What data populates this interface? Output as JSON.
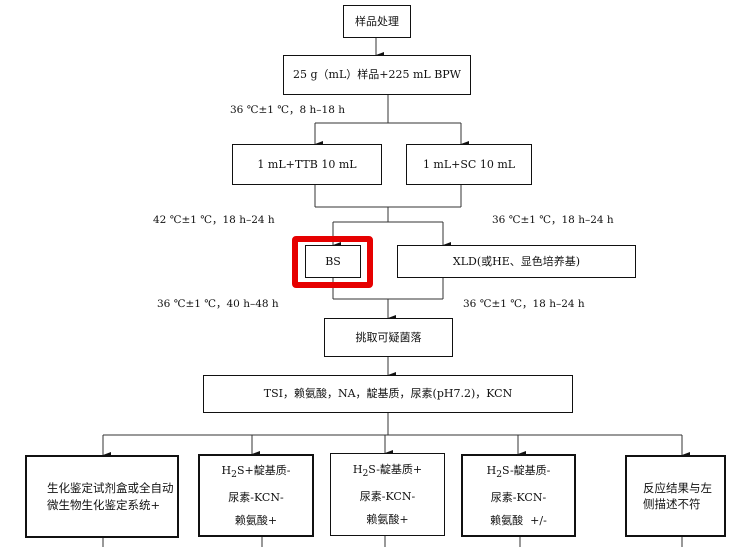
{
  "boxes": {
    "sample_processing": "样品处理",
    "enrichment": "25 g（mL）样品+225 mL BPW",
    "ttb": "1 mL+TTB 10 mL",
    "sc": "1 mL+SC 10 mL",
    "bs": "BS",
    "xld": "XLD(或HE、显色培养基)",
    "pick": "挑取可疑菌落",
    "tests": "TSI，赖氨酸，NA，靛基质，尿素(pH7.2)，KCN",
    "result1": "生化鉴定试剂盒或全自动微生物生化鉴定系统+",
    "result2": {
      "l1a": "H",
      "l1sub": "2",
      "l1b": "S+靛基质-",
      "l2": "尿素-KCN-",
      "l3": "赖氨酸+"
    },
    "result3": {
      "l1a": "H",
      "l1sub": "2",
      "l1b": "S-靛基质+",
      "l2": "尿素-KCN-",
      "l3": "赖氨酸+"
    },
    "result4": {
      "l1a": "H",
      "l1sub": "2",
      "l1b": "S-靛基质-",
      "l2": "尿素-KCN-",
      "l3": "赖氨酸  +/-"
    },
    "result5": "反应结果与左侧描述不符"
  },
  "labels": {
    "pre_enrich": "36 ℃±1 ℃，8 h–18 h",
    "ttb_cond": "42 ℃±1 ℃，18 h–24 h",
    "sc_cond": "36 ℃±1 ℃，18 h–24 h",
    "bs_cond": "36 ℃±1 ℃，40 h–48 h",
    "xld_cond": "36 ℃±1 ℃，18 h–24 h"
  },
  "highlight_color": "#e60000"
}
